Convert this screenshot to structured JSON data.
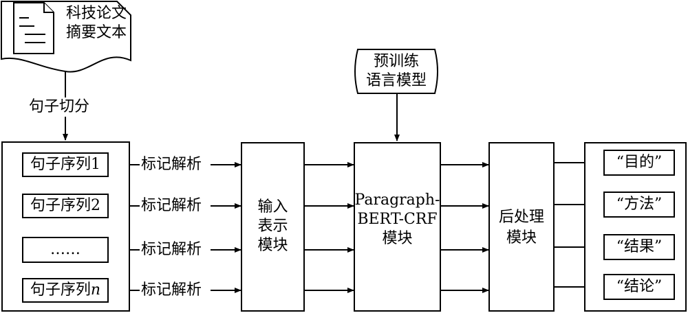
{
  "document_icon": {
    "line1": "科技论文",
    "line2": "摘要文本"
  },
  "split_label": "句子切分",
  "pretrained_model": {
    "line1": "预训练",
    "line2": "语言模型"
  },
  "sentences": [
    {
      "text": "句子序列1"
    },
    {
      "text": "句子序列2"
    },
    {
      "text": "……"
    },
    {
      "text": "句子序列",
      "suffix": "n"
    }
  ],
  "parse_labels": [
    "标记解析",
    "标记解析",
    "标记解析",
    "标记解析"
  ],
  "input_module": {
    "line1": "输入",
    "line2": "表示",
    "line3": "模块"
  },
  "model_module": {
    "line1": "Paragraph-",
    "line2": "BERT-CRF",
    "line3": "模块"
  },
  "post_module": {
    "line1": "后处理",
    "line2": "模块"
  },
  "outputs": [
    "“目的”",
    "“方法”",
    "“结果”",
    "“结论”"
  ]
}
